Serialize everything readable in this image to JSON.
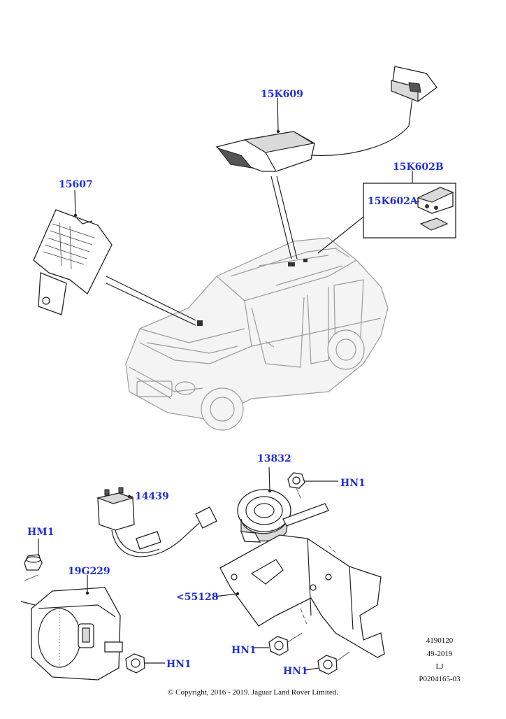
{
  "callouts": {
    "c15K609": "15K609",
    "c15K602B": "15K602B",
    "c15K602A": "15K602A",
    "c15607": "15607",
    "c13832": "13832",
    "cHN1_top": "HN1",
    "c14439": "14439",
    "cHM1": "HM1",
    "c19G229": "19G229",
    "c55128": "<55128",
    "cHN1_left": "HN1",
    "cHN1_mid": "HN1",
    "cHN1_bottom": "HN1"
  },
  "meta": {
    "line1": "4190120",
    "line2": "49-2019",
    "line3": "LJ",
    "line4": "P0204165-03"
  },
  "copyright": "© Copyright, 2016 - 2019. Jaguar Land Rover Limited.",
  "colors": {
    "callout": "#1e2fd6",
    "linework": "#222222",
    "vehicle": "#9a9a9a"
  }
}
